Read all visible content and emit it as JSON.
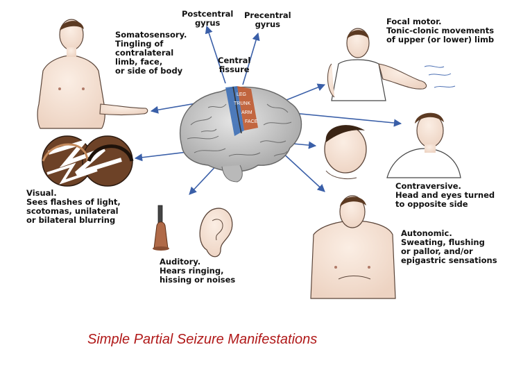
{
  "caption": "Simple Partial Seizure Manifestations",
  "labels": {
    "postcentral": [
      "Postcentral",
      "gyrus"
    ],
    "precentral": [
      "Precentral",
      "gyrus"
    ],
    "central": [
      "Central",
      "fissure"
    ],
    "somatosensory": [
      "Somatosensory.",
      "Tingling of",
      "contralateral",
      "limb, face,",
      "or side of body"
    ],
    "focal_motor": [
      "Focal motor.",
      "Tonic-clonic movements",
      "of upper (or lower) limb"
    ],
    "visual": [
      "Visual.",
      "Sees flashes of light,",
      "scotomas, unilateral",
      "or bilateral blurring"
    ],
    "contraversive": [
      "Contraversive.",
      "Head and eyes turned",
      "to opposite side"
    ],
    "autonomic": [
      "Autonomic.",
      "Sweating, flushing",
      "or pallor, and/or",
      "epigastric sensations"
    ],
    "auditory": [
      "Auditory.",
      "Hears ringing,",
      "hissing or noises"
    ]
  },
  "brain_regions": [
    "LEG",
    "TRUNK",
    "ARM",
    "FACE"
  ],
  "colors": {
    "caption": "#b01818",
    "arrow": "#3a5fa8",
    "postcentral_strip": "#3d6fb6",
    "precentral_strip": "#c05a30",
    "brain": "#c8c8c8"
  }
}
